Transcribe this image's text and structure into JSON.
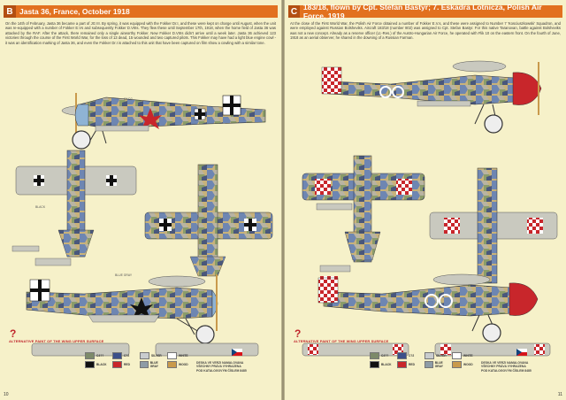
{
  "left_page": {
    "badge": "B",
    "title": "Jasta 36, France, October 1918",
    "description": "On the 14th of February, Jasta 36 became a part of JG III. By spring, it was equipped with the Fokker Dr.I, and these were kept on charge until August, when the unit was re-equipped with a number of Fokker E.Vs and subsequently Fokker D.VIIIs. They flew these until September 17th, 1918, when the home field of Jasta 36 was attacked by the RAF. After the attack, there remained only a single airworthy Fokker. New Fokker D.VIIIs didn't arrive until a week later. Jasta 36 achieved 123 victories through the course of the First World War, for the loss of 13 dead, 15 wounded and two captured pilots. This Fokker may have had a light blue engine cowl - it was an identification marking of Jasta 36, and even the Fokker Dr.I is attached to this unit that have been captured on film show a cowling with a similar tone.",
    "alt_note": "ALTERNATIVE PAINT OF THE WING UPPER SURFACE",
    "question_mark": "?",
    "page_number": "10"
  },
  "right_page": {
    "badge": "C",
    "title": "183/18, flown by Cpt. Stefan Bastyr; 7. Eskadra Lotnicza, Polish Air Force, 1919",
    "description": "At the close of the First World War, the Polish Air Force obtained a number of Fokker E.V.s, and these were assigned to Number 7 'Kosciuszkowski' Squadron, and were employed against Russian Bolsheviks. Aircraft 183/18 (number 802) was assigned to Cpt. Stefan Bastyr. For this native Taranovan, battle against Bolsheviks was not a new concept. Already as a reserve officer (Lt.-Res.) of the Austro-Hungarian Air Force, he operated with Flik 10 on the eastern front. On the fourth of June, 1918 as an aerial observer, he shared in the downing of a Russian Farman.",
    "alt_note": "ALTERNATIVE PAINT OF THE WING UPPER SURFACE",
    "question_mark": "?",
    "page_number": "11"
  },
  "legend": [
    {
      "label": "C4??",
      "color": "#7d8a6a"
    },
    {
      "label": "C?2",
      "color": "#3c4f8a"
    },
    {
      "label": "SILVER",
      "color": "#c9ccce"
    },
    {
      "label": "WHITE",
      "color": "#ffffff"
    },
    {
      "label": "BLACK",
      "color": "#111111"
    },
    {
      "label": "RED",
      "color": "#c8262b"
    },
    {
      "label": "BLUE GRAY",
      "color": "#8e9ca6"
    },
    {
      "label": "WOOD",
      "color": "#c99a4c"
    }
  ],
  "credit": [
    "DESKA VE VERZI NAMALOVANA",
    "VŠECHNY PRÁVA VYHRAZENA",
    "POD KATALOGOVÝM ČÍSLEM 8485"
  ],
  "camo_colors": {
    "tan": "#c8b27a",
    "blue": "#6e86b2",
    "green": "#8a9c6a",
    "gray": "#b9b4a2",
    "dark": "#49577c",
    "wing": "#c9c9bf"
  }
}
